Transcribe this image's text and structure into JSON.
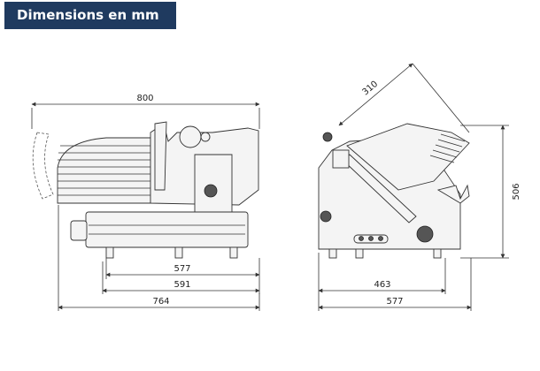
{
  "header": {
    "title": "Dimensions en mm"
  },
  "front_view": {
    "dims": {
      "width_top": "800",
      "base_inner": "577",
      "base_mid": "591",
      "base_outer": "764"
    }
  },
  "side_view": {
    "dims": {
      "diagonal": "310",
      "height": "506",
      "base_inner": "463",
      "base_outer": "577"
    }
  }
}
